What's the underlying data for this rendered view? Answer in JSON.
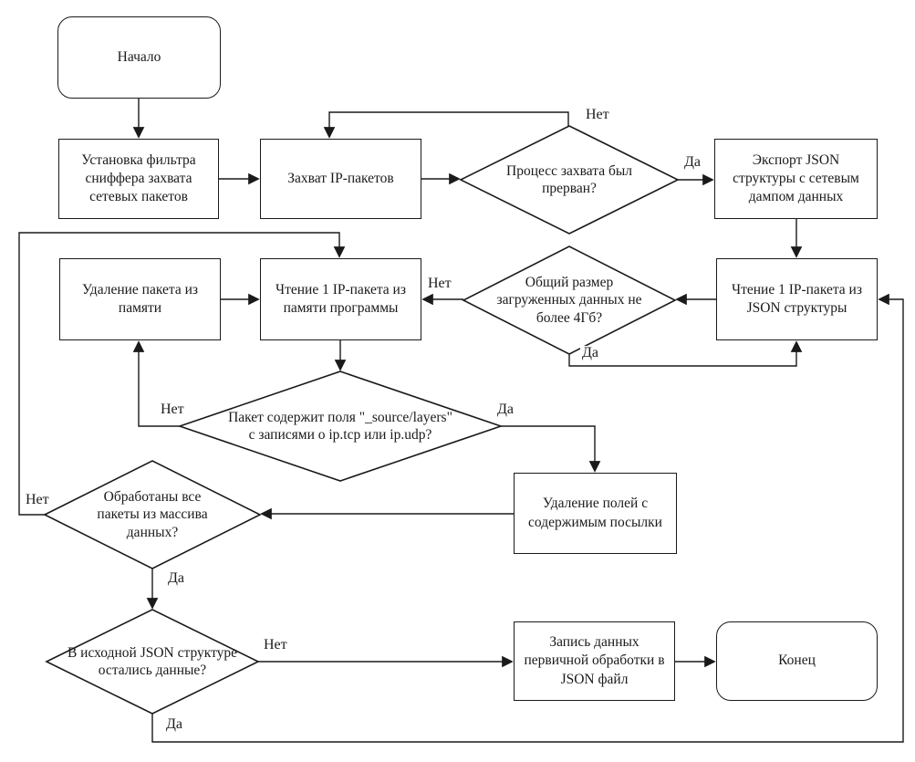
{
  "diagram": {
    "kind": "flowchart",
    "language": "ru",
    "colors": {
      "stroke": "#1a1a1a",
      "background": "#ffffff",
      "text": "#1a1a1a"
    },
    "nodes": {
      "start": {
        "type": "terminator",
        "label": "Начало"
      },
      "setup_filter": {
        "type": "process",
        "label": "Установка фильтра сниффера захвата сетевых пакетов"
      },
      "capture": {
        "type": "process",
        "label": "Захват IP-пакетов"
      },
      "interrupted": {
        "type": "decision",
        "label": "Процесс захвата был прерван?"
      },
      "export_json": {
        "type": "process",
        "label": "Экспорт JSON структуры с сетевым дампом данных"
      },
      "read_json_packet": {
        "type": "process",
        "label": "Чтение 1 IP-пакета из JSON структуры"
      },
      "size_check": {
        "type": "decision",
        "label": "Общий размер загруженных данных не более 4Гб?"
      },
      "read_mem_packet": {
        "type": "process",
        "label": "Чтение 1 IP-пакета из памяти программы"
      },
      "delete_packet": {
        "type": "process",
        "label": "Удаление пакета из памяти"
      },
      "fields_check": {
        "type": "decision",
        "label": "Пакет содержит поля \"_source/layers\" с записями о ip.tcp или ip.udp?"
      },
      "delete_fields": {
        "type": "process",
        "label": "Удаление полей с содержимым посылки"
      },
      "all_processed": {
        "type": "decision",
        "label": "Обработаны все пакеты из массива данных?"
      },
      "json_has_data": {
        "type": "decision",
        "label": "В исходной JSON структуре остались данные?"
      },
      "write_json": {
        "type": "process",
        "label": "Запись данных первичной обработки в JSON файл"
      },
      "end": {
        "type": "terminator",
        "label": "Конец"
      }
    },
    "edge_labels": {
      "yes": "Да",
      "no": "Нет"
    },
    "edges": [
      {
        "from": "start",
        "to": "setup_filter"
      },
      {
        "from": "setup_filter",
        "to": "capture"
      },
      {
        "from": "capture",
        "to": "interrupted"
      },
      {
        "from": "interrupted",
        "to": "export_json",
        "label": "Да"
      },
      {
        "from": "interrupted",
        "to": "capture",
        "label": "Нет"
      },
      {
        "from": "export_json",
        "to": "read_json_packet"
      },
      {
        "from": "read_json_packet",
        "to": "size_check"
      },
      {
        "from": "size_check",
        "to": "read_mem_packet",
        "label": "Нет"
      },
      {
        "from": "size_check",
        "to": "read_json_packet",
        "label": "Да"
      },
      {
        "from": "read_mem_packet",
        "to": "fields_check"
      },
      {
        "from": "fields_check",
        "to": "delete_packet",
        "label": "Нет"
      },
      {
        "from": "fields_check",
        "to": "delete_fields",
        "label": "Да"
      },
      {
        "from": "delete_packet",
        "to": "read_mem_packet"
      },
      {
        "from": "delete_fields",
        "to": "all_processed"
      },
      {
        "from": "all_processed",
        "to": "read_mem_packet",
        "label": "Нет"
      },
      {
        "from": "all_processed",
        "to": "json_has_data",
        "label": "Да"
      },
      {
        "from": "json_has_data",
        "to": "write_json",
        "label": "Нет"
      },
      {
        "from": "json_has_data",
        "to": "read_json_packet",
        "label": "Да"
      },
      {
        "from": "write_json",
        "to": "end"
      }
    ]
  }
}
